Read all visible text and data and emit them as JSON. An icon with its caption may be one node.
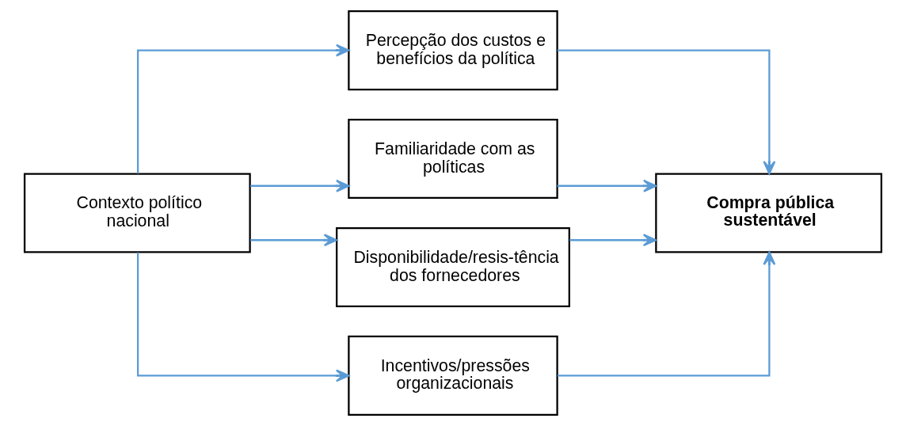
{
  "diagram": {
    "nodes": [
      {
        "text": [
          "Contexto político nacional"
        ]
      },
      {
        "text": [
          "Percepção dos custos e benefícios da política"
        ]
      },
      {
        "text": [
          "Familiaridade com as políticas"
        ]
      },
      {
        "text": [
          "Disponibilidade/resis-tência dos fornecedores"
        ]
      },
      {
        "text": [
          "Incentivos/pressões organizacionais"
        ]
      },
      {
        "text": [
          "Compra pública sustentável"
        ]
      }
    ],
    "edges": [
      {
        "from": 0,
        "to": 1,
        "arrow": "to"
      },
      {
        "from": 0,
        "to": 2,
        "arrow": "to"
      },
      {
        "from": 0,
        "to": 3,
        "arrow": "to"
      },
      {
        "from": 0,
        "to": 4,
        "arrow": "to"
      },
      {
        "from": 1,
        "to": 5,
        "arrow": "to"
      },
      {
        "from": 2,
        "to": 5,
        "arrow": "to"
      },
      {
        "from": 3,
        "to": 5,
        "arrow": "to"
      },
      {
        "from": 4,
        "to": 5,
        "arrow": "to"
      }
    ]
  }
}
